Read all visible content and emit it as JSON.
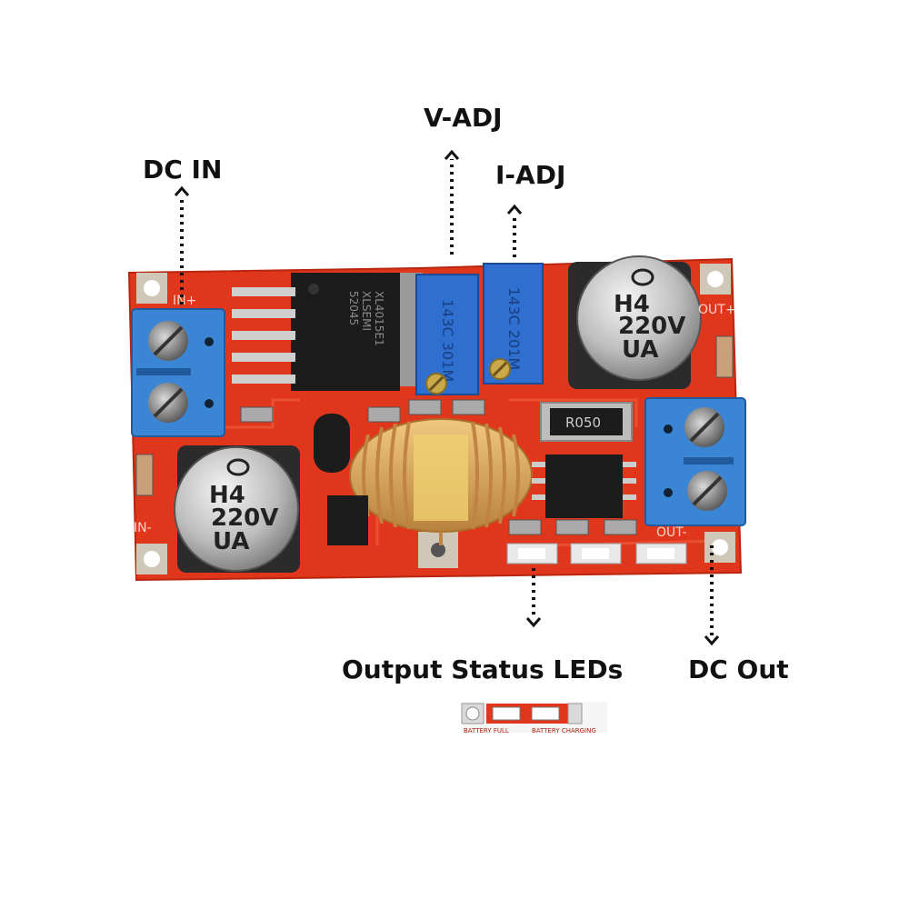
{
  "labels": {
    "dc_in": "DC IN",
    "v_adj": "V-ADJ",
    "i_adj": "I-ADJ",
    "output_status_leds": "Output Status LEDs",
    "dc_out": "DC Out"
  },
  "board": {
    "silk_in_plus": "IN+",
    "silk_in_minus": "IN-",
    "silk_out_plus": "OUT+",
    "silk_out_minus": "OUT-",
    "ic_text_1": "XL4015E1",
    "ic_text_2": "XLSEMI",
    "ic_text_3": "52045",
    "pot_v_text": "143C 301M",
    "pot_i_text": "143C 201M",
    "cap_line_1": "H4",
    "cap_line_2": "220V",
    "cap_line_3": "UA",
    "resistor_text": "R050"
  },
  "led_strip": {
    "battery_full": "BATTERY FULL",
    "battery_charging": "BATTERY CHARGING"
  },
  "colors": {
    "pcb_red": "#e0361c",
    "terminal_blue": "#3a86d4",
    "pot_blue": "#2e6fd0",
    "coil_copper": "#d7a25a"
  }
}
